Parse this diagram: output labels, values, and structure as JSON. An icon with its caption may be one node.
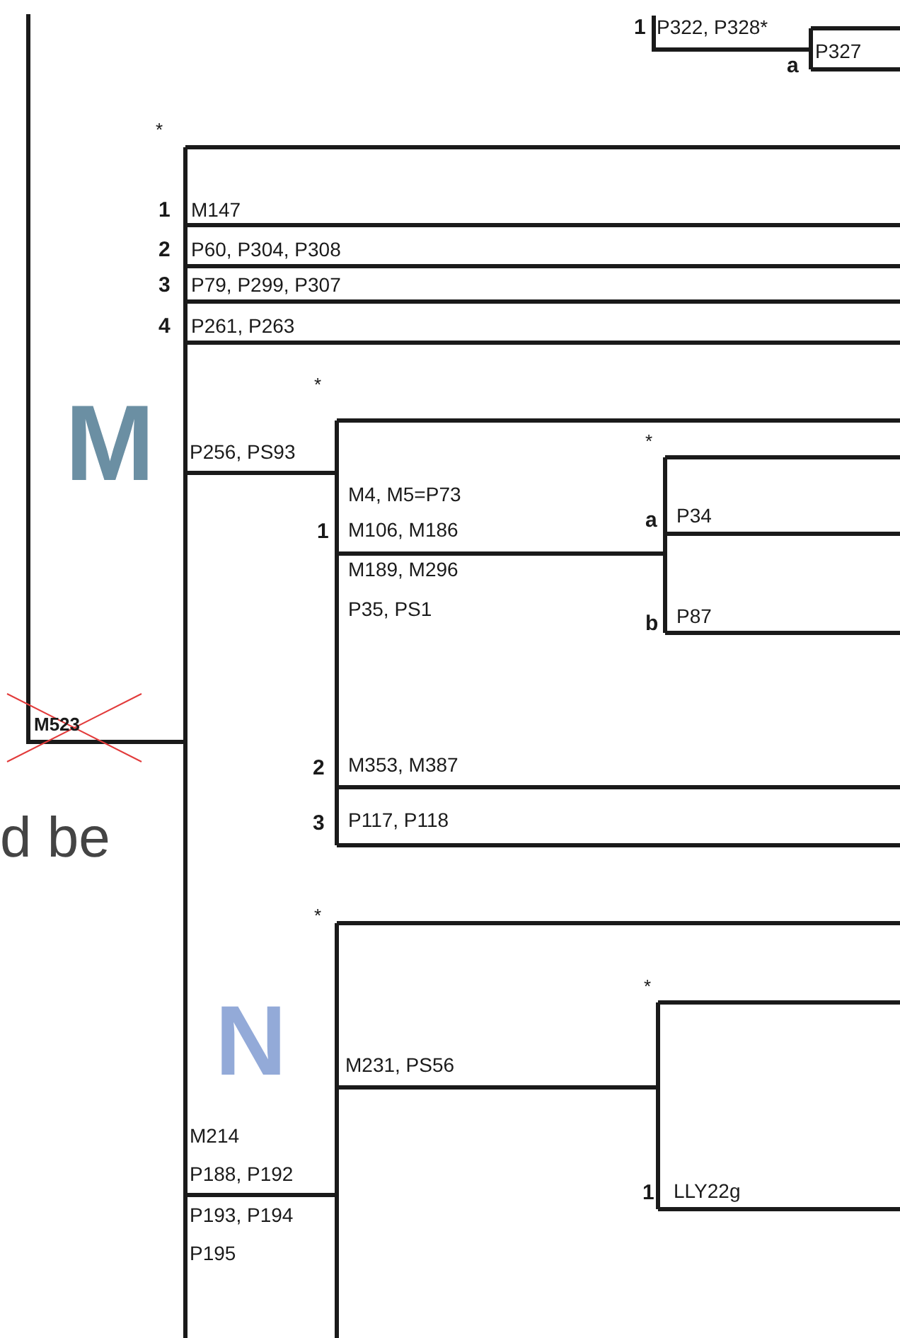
{
  "diagram": {
    "labels": [
      "1",
      "P322, P328*",
      "a",
      "P327",
      "*",
      "1",
      "M147",
      "2",
      "P60, P304, P308",
      "3",
      "P79, P299, P307",
      "4",
      "P261, P263",
      "*",
      "M",
      "P256, PS93",
      "*",
      "M4, M5=P73",
      "a",
      "P34",
      "1",
      "M106, M186",
      "M189, M296",
      "P35, PS1",
      "b",
      "P87",
      "M523",
      "2",
      "M353, M387",
      "3",
      "P117, P118",
      "d be",
      "*",
      "*",
      "N",
      "M231, PS56",
      "M214",
      "P188, P192",
      "1",
      "LLY22g",
      "P193, P194",
      "P195"
    ]
  }
}
